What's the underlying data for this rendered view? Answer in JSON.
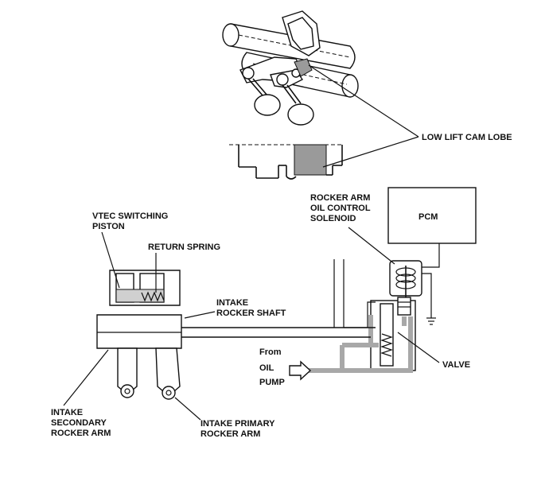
{
  "labels": {
    "low_lift_cam_lobe": "LOW LIFT CAM LOBE",
    "vtec_switching_piston_1": "VTEC SWITCHING",
    "vtec_switching_piston_2": "PISTON",
    "return_spring": "RETURN SPRING",
    "intake_rocker_shaft_1": "INTAKE",
    "intake_rocker_shaft_2": "ROCKER SHAFT",
    "solenoid_1": "ROCKER ARM",
    "solenoid_2": "OIL CONTROL",
    "solenoid_3": "SOLENOID",
    "pcm": "PCM",
    "valve": "VALVE",
    "from_oil_pump_1": "From",
    "from_oil_pump_2": "OIL",
    "from_oil_pump_3": "PUMP",
    "secondary_rocker_1": "INTAKE",
    "secondary_rocker_2": "SECONDARY",
    "secondary_rocker_3": "ROCKER ARM",
    "primary_rocker_1": "INTAKE PRIMARY",
    "primary_rocker_2": "ROCKER ARM"
  },
  "colors": {
    "ink": "#111111",
    "oil_passage": "#a8a8a8",
    "cam_lobe_shade": "#9a9a9a"
  }
}
